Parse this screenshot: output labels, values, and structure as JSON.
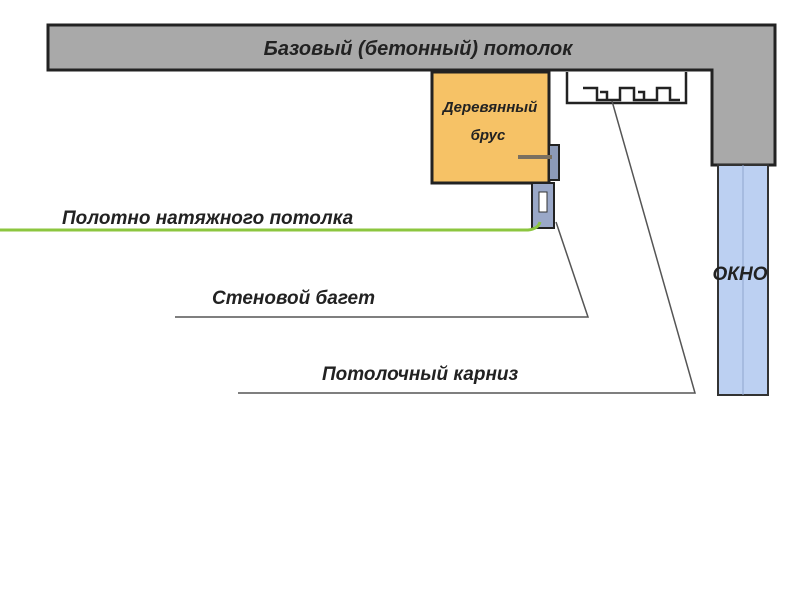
{
  "labels": {
    "ceiling": "Базовый (бетонный) потолок",
    "beam_line1": "Деревянный",
    "beam_line2": "брус",
    "canvas": "Полотно натяжного потолка",
    "wall_baguette": "Стеновой багет",
    "ceiling_cornice": "Потолочный карниз",
    "window": "ОКНО"
  },
  "colors": {
    "concrete": "#a9a9a9",
    "beam": "#f6c266",
    "canvas_line": "#8cc63f",
    "window": "#bcd0f2",
    "outline": "#222222"
  }
}
